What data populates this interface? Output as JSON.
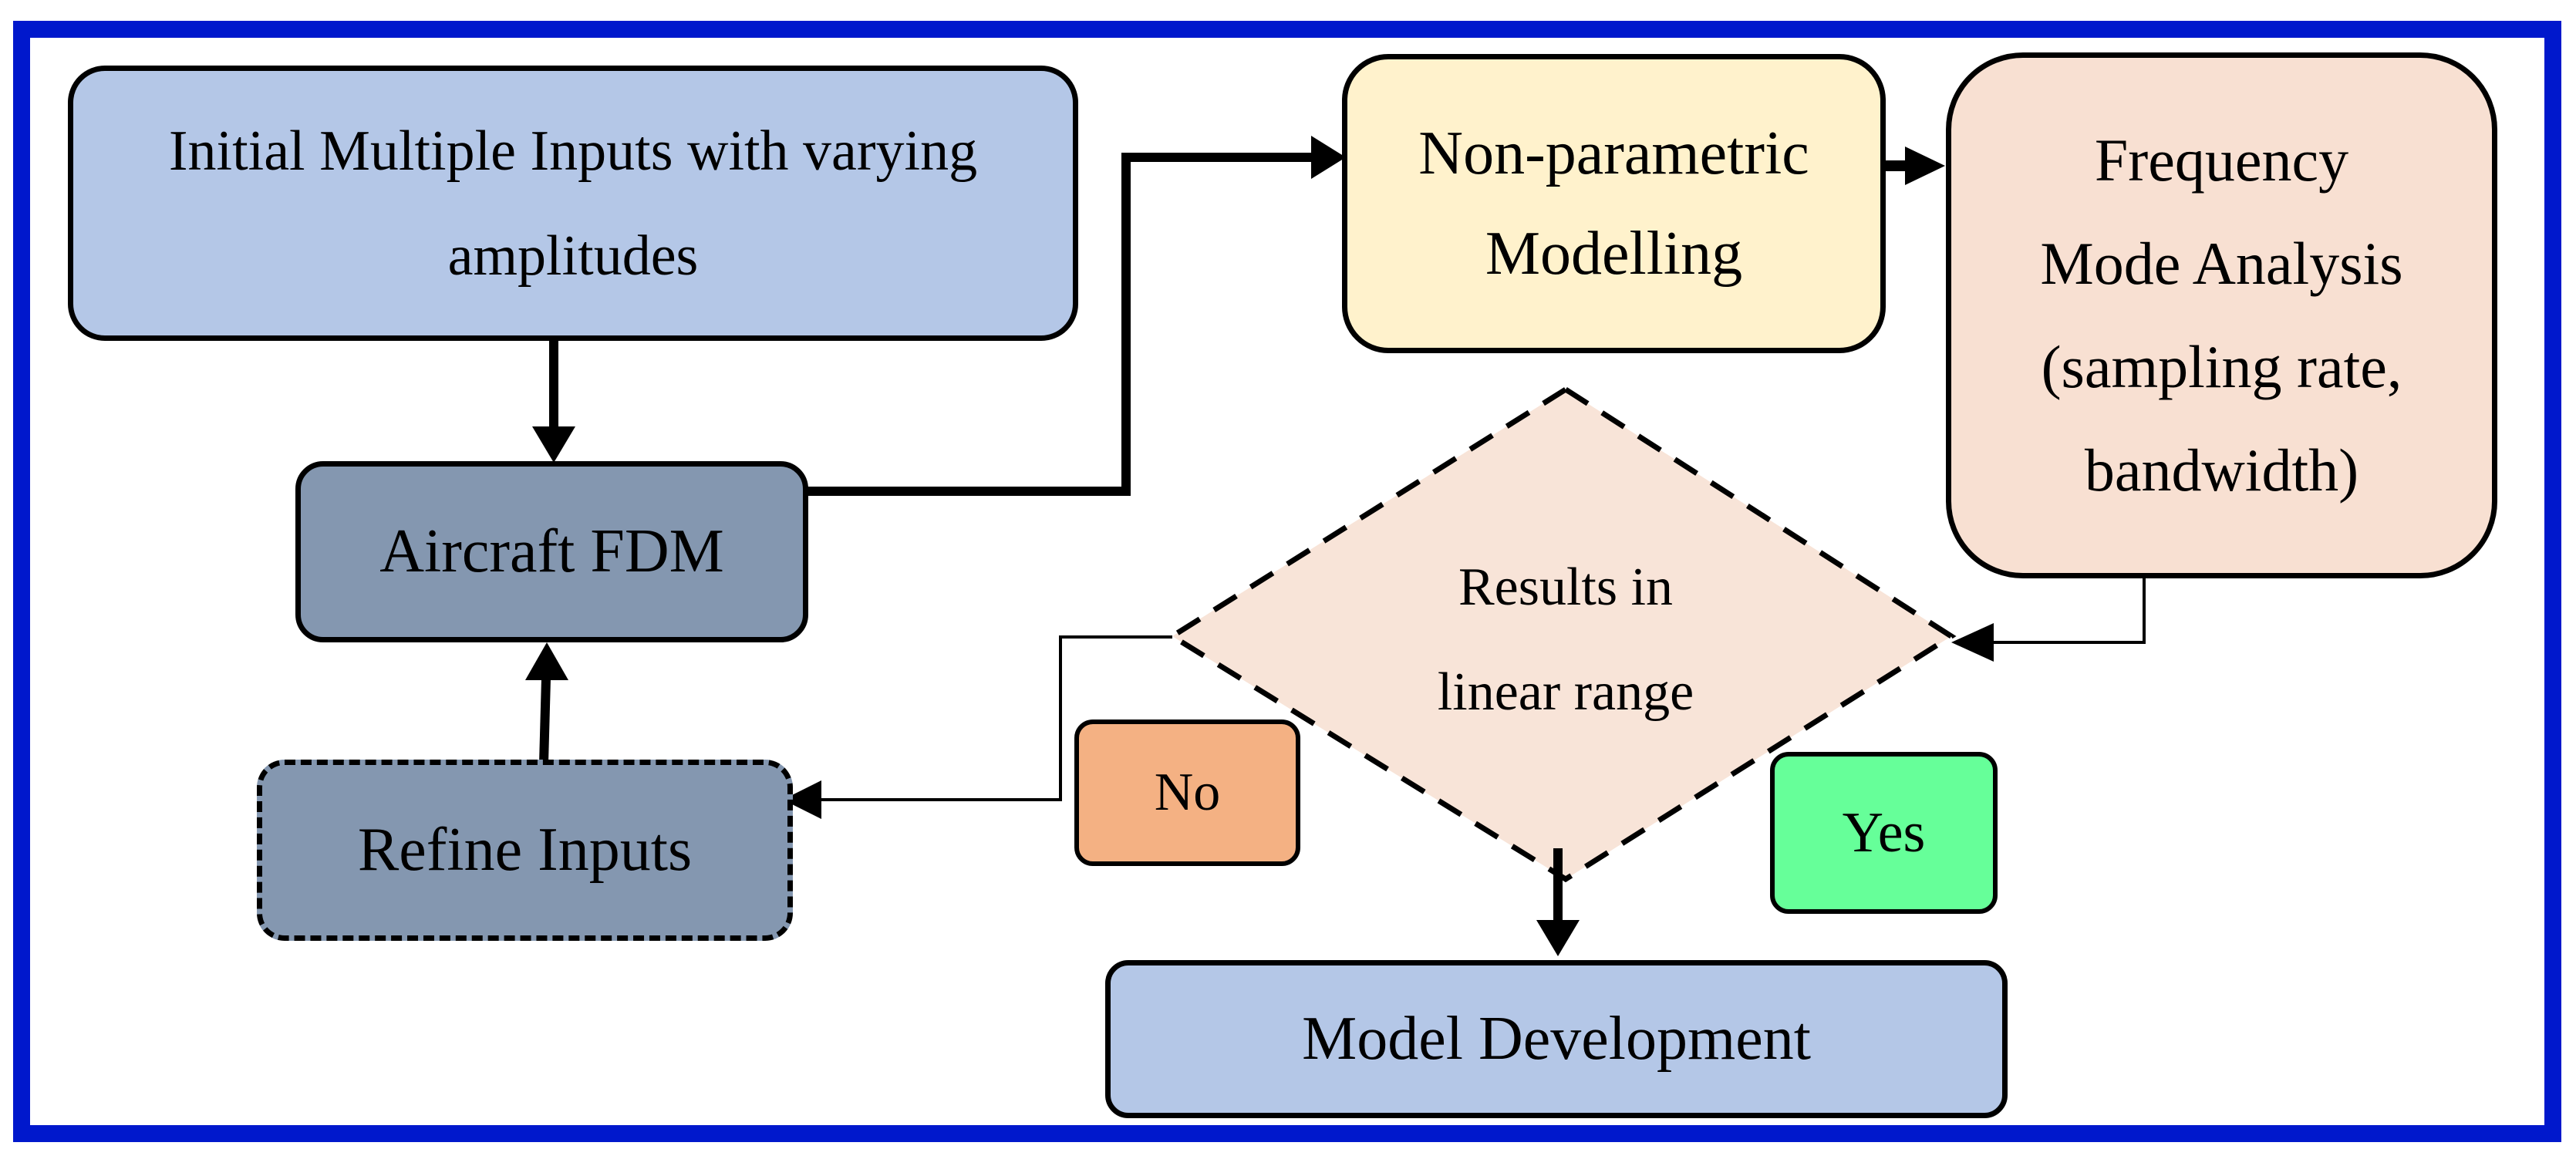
{
  "diagram": {
    "colors": {
      "frame_border": "#0018cc",
      "inputs_fill": "#b4c7e7",
      "fdm_fill": "#8497b0",
      "refine_fill": "#8497b0",
      "nonparam_fill": "#fff2cc",
      "freq_fill": "#f8e0d2",
      "decision_fill": "#f8e4d8",
      "no_fill": "#f4b183",
      "yes_fill": "#66ff99",
      "model_fill": "#b4c7e7",
      "stroke": "#000000"
    },
    "nodes": {
      "initial_inputs": "Initial Multiple Inputs with varying\namplitudes",
      "aircraft_fdm": "Aircraft FDM",
      "refine_inputs": "Refine Inputs",
      "non_parametric": "Non-parametric\nModelling",
      "frequency_mode": "Frequency\nMode Analysis\n(sampling rate,\nbandwidth)",
      "decision": "Results in\nlinear range",
      "no_label": "No",
      "yes_label": "Yes",
      "model_development": "Model Development"
    }
  }
}
